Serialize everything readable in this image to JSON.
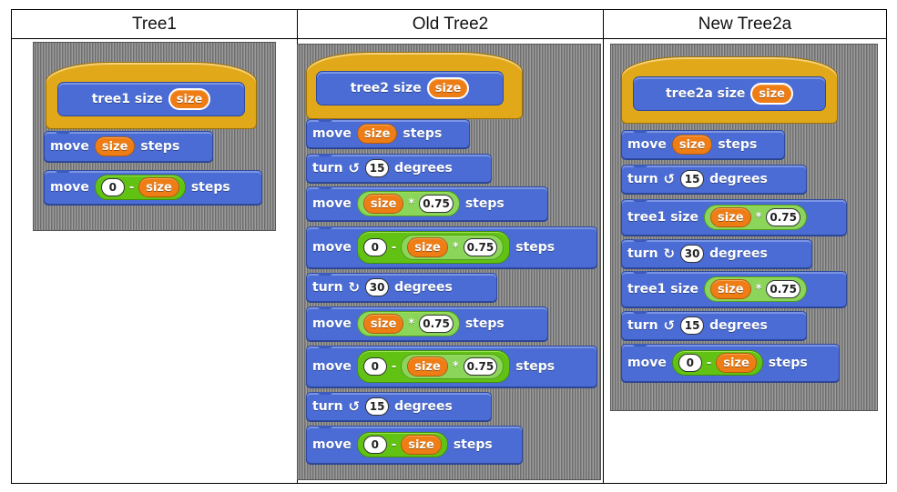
{
  "headers": {
    "col1": "Tree1",
    "col2": "Old Tree2",
    "col3": "New Tree2a"
  },
  "tree1": {
    "hat": {
      "name": "tree1 size",
      "param": "size"
    },
    "blocks": [
      {
        "word1": "move",
        "var": "size",
        "word2": "steps"
      },
      {
        "word1": "move",
        "zero": "0",
        "op": "-",
        "var": "size",
        "word2": "steps"
      }
    ]
  },
  "tree2": {
    "hat": {
      "name": "tree2 size",
      "param": "size"
    },
    "labels": {
      "move": "move",
      "steps": "steps",
      "turn": "turn",
      "degrees": "degrees",
      "size": "size",
      "times": "*",
      "minus": "-",
      "zero": "0",
      "factor": "0.75",
      "deg15": "15",
      "deg30": "30"
    }
  },
  "tree2a": {
    "hat": {
      "name": "tree2a size",
      "param": "size"
    },
    "labels": {
      "move": "move",
      "steps": "steps",
      "turn": "turn",
      "degrees": "degrees",
      "call": "tree1 size",
      "size": "size",
      "times": "*",
      "minus": "-",
      "zero": "0",
      "factor": "0.75",
      "deg15": "15",
      "deg30": "30"
    }
  },
  "icons": {
    "turn_left": "↺ turn-left-icon",
    "turn_right": "↻ turn-right-icon"
  },
  "colors": {
    "motion_blue": "#4a6cd4",
    "hat_gold": "#e1a91a",
    "variable_orange": "#ee7d16",
    "operator_green": "#62c213"
  }
}
